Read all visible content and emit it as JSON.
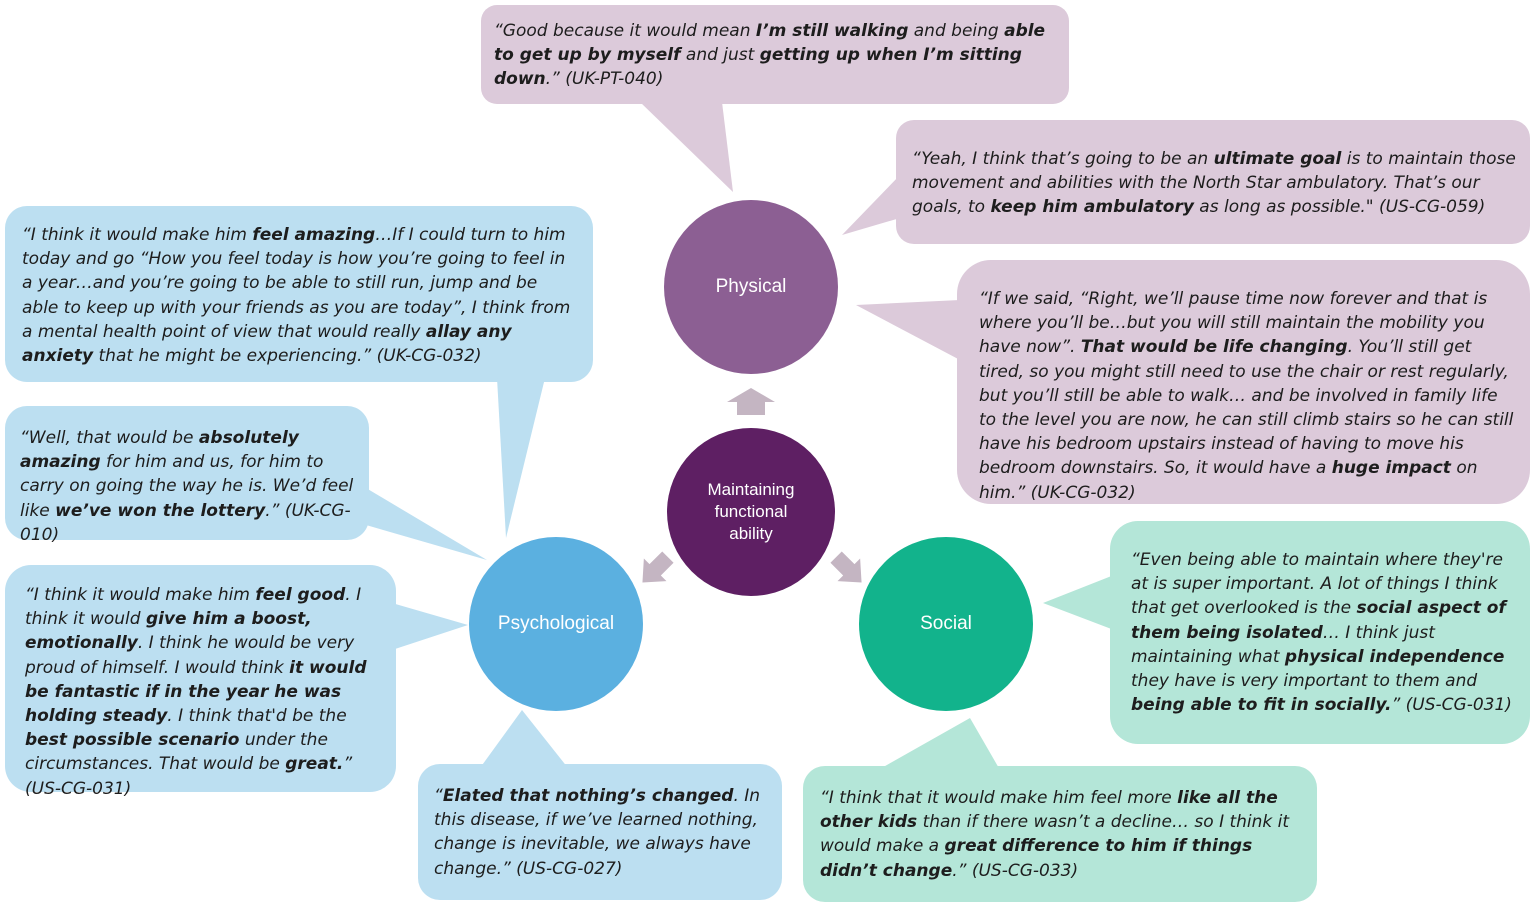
{
  "center": {
    "label": "Maintaining functional ability",
    "color": "#5e1f63"
  },
  "categories": {
    "physical": {
      "label": "Physical",
      "color": "#8c5f93",
      "bubble_color": "#dccada"
    },
    "psychological": {
      "label": "Psychological",
      "color": "#5bb0e0",
      "bubble_color": "#bcdff1"
    },
    "social": {
      "label": "Social",
      "color": "#12b38c",
      "bubble_color": "#b4e6d8"
    }
  },
  "arrow_color": "#c4b5c2",
  "quotes": {
    "p1": [
      {
        "t": "“Good because it would mean "
      },
      {
        "t": "I’m still walking",
        "b": true
      },
      {
        "t": " and being "
      },
      {
        "t": "able to get up by myself",
        "b": true
      },
      {
        "t": " and just "
      },
      {
        "t": "getting up when I’m sitting down",
        "b": true
      },
      {
        "t": ".” (UK-PT-040)"
      }
    ],
    "p2": [
      {
        "t": "“Yeah, I think that’s going to be an "
      },
      {
        "t": "ultimate goal",
        "b": true
      },
      {
        "t": " is to maintain those movement and abilities with the North Star ambulatory. That’s our goals, to "
      },
      {
        "t": "keep him ambulatory",
        "b": true
      },
      {
        "t": " as long as possible.\" (US-CG-059)"
      }
    ],
    "p3": [
      {
        "t": "“If we said, “Right, we’ll pause time now forever and that is where you’ll be…but you will still maintain the mobility you have now”. "
      },
      {
        "t": "That would be life changing",
        "b": true
      },
      {
        "t": ". You’ll still get tired, so you might still need to use the chair or rest regularly, but you’ll still be able to walk… and be involved in family life to the level you are now, he can still climb stairs so he can still have his bedroom upstairs instead of having to move his bedroom downstairs. So, it would have a "
      },
      {
        "t": "huge impact",
        "b": true
      },
      {
        "t": " on him.” (UK-CG-032)"
      }
    ],
    "ps1": [
      {
        "t": "“I think it would make him "
      },
      {
        "t": "feel amazing",
        "b": true
      },
      {
        "t": "…If I could turn to him today and go “How you feel today is how you’re going to feel in a year…and you’re going to be able to still run, jump and be able to keep up with your friends as you are today”, I think from a mental health point of view that would really "
      },
      {
        "t": "allay any anxiety",
        "b": true
      },
      {
        "t": " that he might be experiencing.” (UK-CG-032)"
      }
    ],
    "ps2": [
      {
        "t": "“Well, that would be "
      },
      {
        "t": "absolutely amazing",
        "b": true
      },
      {
        "t": " for him and us, for him to carry on going the way he is. We’d feel like "
      },
      {
        "t": "we’ve won the lottery",
        "b": true
      },
      {
        "t": ".” (UK-CG-010)"
      }
    ],
    "ps3": [
      {
        "t": "“I think it would make him "
      },
      {
        "t": "feel good",
        "b": true
      },
      {
        "t": ". I think it would "
      },
      {
        "t": "give him a boost, emotionally",
        "b": true
      },
      {
        "t": ". I think he would be very proud of himself. I would think "
      },
      {
        "t": "it would be fantastic if in the year he was holding steady",
        "b": true
      },
      {
        "t": ". I think that'd be the "
      },
      {
        "t": "best possible scenario",
        "b": true
      },
      {
        "t": " under the circumstances. That would be "
      },
      {
        "t": "great.",
        "b": true
      },
      {
        "t": "” (US-CG-031)"
      }
    ],
    "ps4": [
      {
        "t": "“"
      },
      {
        "t": "Elated that nothing’s changed",
        "b": true
      },
      {
        "t": ". In this disease, if we’ve learned nothing, change is inevitable, we always have change.” (US-CG-027)"
      }
    ],
    "s1": [
      {
        "t": "“Even being able to maintain where they're at is super important. A lot of things I think that get overlooked is the "
      },
      {
        "t": "social aspect of them being isolated",
        "b": true
      },
      {
        "t": "… I think just maintaining what "
      },
      {
        "t": "physical independence",
        "b": true
      },
      {
        "t": " they have is very important to them and "
      },
      {
        "t": "being able to fit in socially.",
        "b": true
      },
      {
        "t": "” (US-CG-031)"
      }
    ],
    "s2": [
      {
        "t": "“I think that it would make him feel more "
      },
      {
        "t": "like all the other kids",
        "b": true
      },
      {
        "t": " than if there wasn’t a decline… so I think it would make a "
      },
      {
        "t": "great difference to him if things didn’t change",
        "b": true
      },
      {
        "t": ".” (US-CG-033)"
      }
    ]
  }
}
